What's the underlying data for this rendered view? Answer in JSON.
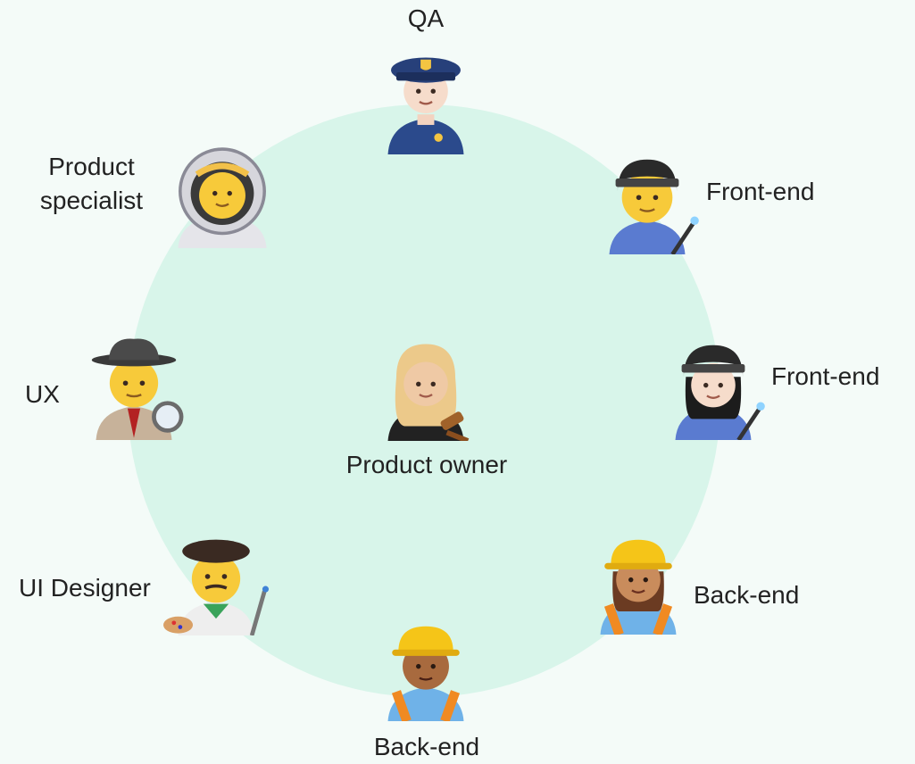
{
  "diagram": {
    "center_role": {
      "label": "Product owner",
      "icon": "judge-icon"
    },
    "roles": [
      {
        "label": "QA",
        "icon": "police-officer-icon"
      },
      {
        "label": "Front-end",
        "icon": "welder-man-icon"
      },
      {
        "label": "Front-end",
        "icon": "welder-woman-icon"
      },
      {
        "label": "Back-end",
        "icon": "construction-worker-woman-icon"
      },
      {
        "label": "Back-end",
        "icon": "construction-worker-man-icon"
      },
      {
        "label": "UI Designer",
        "icon": "artist-icon"
      },
      {
        "label": "UX",
        "icon": "detective-icon"
      },
      {
        "label": "Product specialist",
        "icon": "astronaut-icon"
      }
    ],
    "colors": {
      "circle": "#d8f5ea",
      "background": "#f4fbf8"
    }
  }
}
